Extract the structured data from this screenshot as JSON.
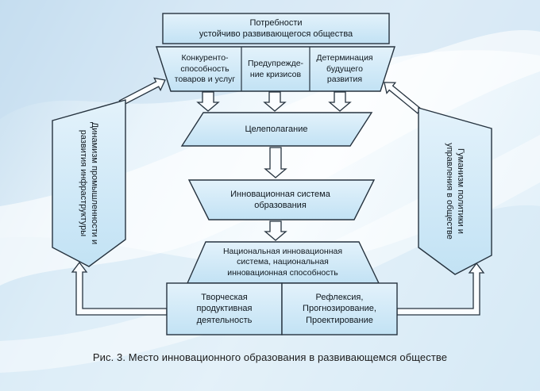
{
  "page": {
    "caption": "Рис. 3. Место инновационного образования в развивающемся обществе"
  },
  "colors": {
    "shape_fill": "#cfe9f8",
    "shape_fill_deep": "#bfe1f3",
    "shape_border": "#26333f",
    "arrow_fill": "#fafdff",
    "background_tint": "#cfe4f3",
    "text": "#10181f"
  },
  "nodes": {
    "needs": "Потребности\nустойчиво развивающегося общества",
    "competitiveness": "Конкуренто-\nспособность\nтоваров и услуг",
    "crisis_prevention": "Предупрежде-\nние кризисов",
    "future_determination": "Детерминация\nбудущего\nразвития",
    "goal_setting": "Целеполагание",
    "education_system": "Инновационная система\nобразования",
    "national_system": "Национальная инновационная\nсистема, национальная\nинновационная способность",
    "creative_activity": "Творческая\nпродуктивная\nдеятельность",
    "reflection": "Рефлексия,\nПрогнозирование,\nПроектирование",
    "industry_dynamism": "Динамизм промышленности и\nразвития инфраструктуры",
    "humanism": "Гуманизм политики и\nуправления в обществе"
  }
}
